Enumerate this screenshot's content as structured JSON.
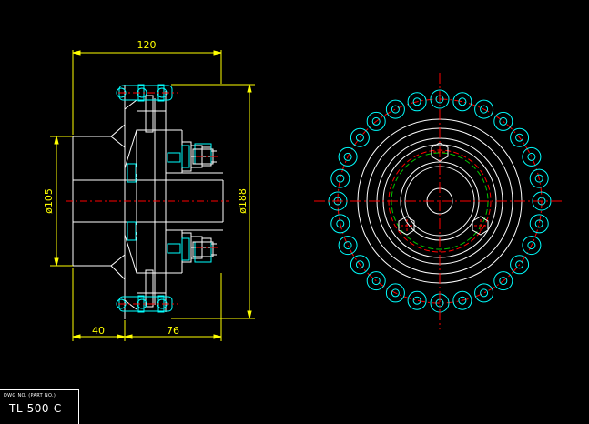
{
  "drawing": {
    "dimensions": {
      "width_top": "120",
      "dia_hub": "ø105",
      "dia_outer": "ø188",
      "bottom_left": "40",
      "bottom_right": "76"
    }
  },
  "title_block": {
    "header": "DWG NO.  (PART NO.)",
    "number": "TL-500-C"
  },
  "colors": {
    "background": "#000000",
    "outline": "#ffffff",
    "dimension": "#ffff00",
    "chain": "#00ffff",
    "centerline": "#ff0000",
    "pitch_circle": "#00c800"
  }
}
